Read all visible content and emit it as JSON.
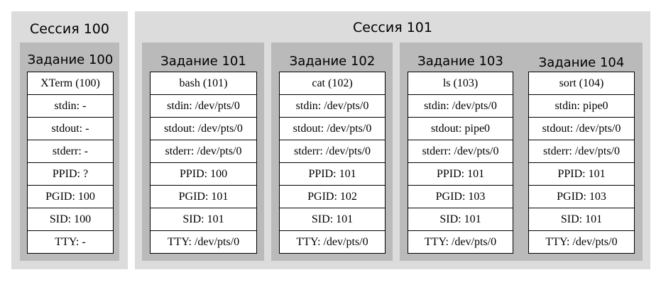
{
  "sessions": [
    {
      "title": "Сессия 100"
    },
    {
      "title": "Сессия 101"
    }
  ],
  "jobs": [
    {
      "title": "Задание 100",
      "rows": [
        "XTerm (100)",
        "stdin: -",
        "stdout: -",
        "stderr: -",
        "PPID: ?",
        "PGID: 100",
        "SID: 100",
        "TTY: -"
      ]
    },
    {
      "title": "Задание 101",
      "rows": [
        "bash (101)",
        "stdin: /dev/pts/0",
        "stdout: /dev/pts/0",
        "stderr: /dev/pts/0",
        "PPID: 100",
        "PGID: 101",
        "SID: 101",
        "TTY: /dev/pts/0"
      ]
    },
    {
      "title": "Задание 102",
      "rows": [
        "cat (102)",
        "stdin: /dev/pts/0",
        "stdout: /dev/pts/0",
        "stderr: /dev/pts/0",
        "PPID: 101",
        "PGID: 102",
        "SID: 101",
        "TTY: /dev/pts/0"
      ]
    },
    {
      "title": "Задание 103",
      "rows": [
        "ls (103)",
        "stdin: /dev/pts/0",
        "stdout: pipe0",
        "stderr: /dev/pts/0",
        "PPID: 101",
        "PGID: 103",
        "SID: 101",
        "TTY: /dev/pts/0"
      ]
    },
    {
      "title": "Задание 104",
      "rows": [
        "sort (104)",
        "stdin: pipe0",
        "stdout: /dev/pts/0",
        "stderr: /dev/pts/0",
        "PPID: 101",
        "PGID: 103",
        "SID: 101",
        "TTY: /dev/pts/0"
      ]
    }
  ]
}
